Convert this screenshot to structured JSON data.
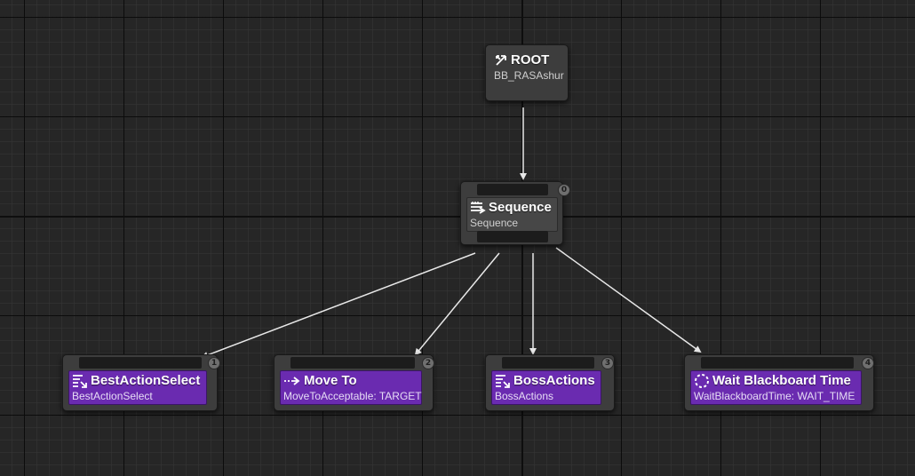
{
  "root": {
    "title": "ROOT",
    "subtitle": "BB_RASAshur",
    "icon": "root-branch-icon"
  },
  "composite": {
    "title": "Sequence",
    "subtitle": "Sequence",
    "order": "0",
    "icon": "sequence-icon"
  },
  "tasks": [
    {
      "title": "BestActionSelect",
      "subtitle": "BestActionSelect",
      "order": "1",
      "icon": "task-list-icon"
    },
    {
      "title": "Move To",
      "subtitle": "MoveToAcceptable: TARGET",
      "order": "2",
      "icon": "move-arrow-icon"
    },
    {
      "title": "BossActions",
      "subtitle": "BossActions",
      "order": "3",
      "icon": "task-list-icon"
    },
    {
      "title": "Wait Blackboard Time",
      "subtitle": "WaitBlackboardTime: WAIT_TIME",
      "order": "4",
      "icon": "wait-spinner-icon"
    }
  ],
  "colors": {
    "background": "#262626",
    "composite_node": "#474747",
    "task_node": "#6a2bb0",
    "wire": "#ffffff"
  }
}
